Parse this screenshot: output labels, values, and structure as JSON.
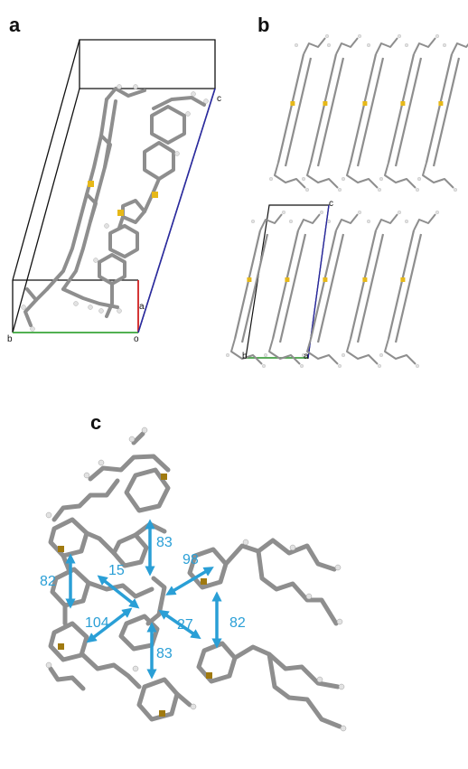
{
  "figure": {
    "panels": [
      {
        "label": "a",
        "axes": {
          "c": "c",
          "a": "a",
          "b": "b",
          "o": "o"
        }
      },
      {
        "label": "b",
        "axes": {
          "c": "c",
          "b": "b",
          "a": "a"
        }
      },
      {
        "label": "c",
        "distances": [
          "83",
          "98",
          "15",
          "82",
          "104",
          "27",
          "82",
          "83"
        ]
      }
    ]
  },
  "colors": {
    "bond": "#8e8e8e",
    "hydrogen": "#e2e2e2",
    "sulfur": "#e6b818",
    "axis_a": "#d02020",
    "axis_b": "#3aa53a",
    "axis_c": "#2a2aa0",
    "cell": "#111111",
    "arrow": "#2a9fd6"
  }
}
